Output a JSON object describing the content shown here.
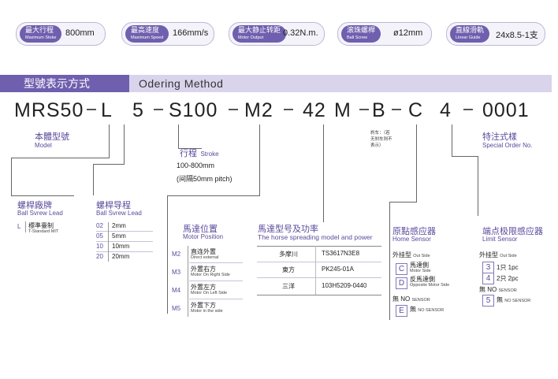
{
  "specs": [
    {
      "tag_cn": "最大行程",
      "tag_en": "Maximum Stoke",
      "value": "800mm"
    },
    {
      "tag_cn": "最高速度",
      "tag_en": "Maximum Speed",
      "value": "166mm/s"
    },
    {
      "tag_cn": "最大静止转距",
      "tag_en": "Motor Output",
      "value": "0.32N.m."
    },
    {
      "tag_cn": "滚珠螺桿",
      "tag_en": "Ball Screw",
      "value": "ø12mm"
    },
    {
      "tag_cn": "直線滑軌",
      "tag_en": "Linear Guide",
      "value": "24x8.5-1支"
    }
  ],
  "header": {
    "cn": "型號表示方式",
    "en": "Odering Method"
  },
  "code": [
    "MRS50",
    "-",
    "L",
    "5",
    "-",
    "S100",
    "-",
    "M2",
    "-",
    "42",
    "M",
    "-",
    "B",
    "-",
    "C",
    "4",
    "-",
    "0001"
  ],
  "model": {
    "cn": "本體型號",
    "en": "Model"
  },
  "brake_note": [
    "刹车：（若",
    "无刹车则不",
    "表示）"
  ],
  "special": {
    "cn": "特注式樣",
    "en": "Special Order No."
  },
  "stroke": {
    "cn": "行程",
    "en": "Stroke",
    "range": "100-800mm",
    "note": "(间隔50mm pitch)"
  },
  "screw_brand": {
    "cn": "螺桿廠牌",
    "en": "Ball Svrew Lead",
    "code": "L",
    "label": "標準臺制",
    "label_en": "T-Standard MIT"
  },
  "screw_lead": {
    "cn": "螺桿导程",
    "en": "Ball Svrew Lead",
    "rows": [
      [
        "02",
        "2mm"
      ],
      [
        "05",
        "5mm"
      ],
      [
        "10",
        "10mm"
      ],
      [
        "20",
        "20mm"
      ]
    ]
  },
  "motor_pos": {
    "cn": "馬達位置",
    "en": "Motor Position",
    "rows": [
      [
        "M2",
        "直连外置",
        "Direct external"
      ],
      [
        "M3",
        "外置右方",
        "Motor On Right Side"
      ],
      [
        "M4",
        "外置左方",
        "Motor On Left Side"
      ],
      [
        "M5",
        "外置下方",
        "Motor in the side"
      ]
    ]
  },
  "motor_model": {
    "cn": "馬達型号及功率",
    "en": "The horse spreading model and power",
    "rows": [
      [
        "多摩川",
        "TS3617N3E8"
      ],
      [
        "東方",
        "PK245-01A"
      ],
      [
        "三洋",
        "103H5209-0440"
      ]
    ]
  },
  "home": {
    "cn": "原點感应器",
    "en": "Home Sensor",
    "ext_cn": "外挂型",
    "ext_en": "Out Side",
    "rows": [
      [
        "C",
        "馬達側",
        "Motor Side"
      ],
      [
        "D",
        "反馬達側",
        "Opposite Motor Side"
      ]
    ],
    "none_cn": "無 NO",
    "none_en": "SENSOR",
    "e": "E",
    "e_cn": "無",
    "e_en": "NO SENSOR"
  },
  "limit": {
    "cn": "端点极限感应器",
    "en": "Limit Sensor",
    "ext_cn": "外挂型",
    "ext_en": "Out Side",
    "rows": [
      [
        "3",
        "1只 1pc"
      ],
      [
        "4",
        "2只 2pc"
      ]
    ],
    "none_cn": "無 NO",
    "none_en": "SENSOR",
    "five": "5",
    "five_cn": "無",
    "five_en": "NO SENSOR"
  }
}
